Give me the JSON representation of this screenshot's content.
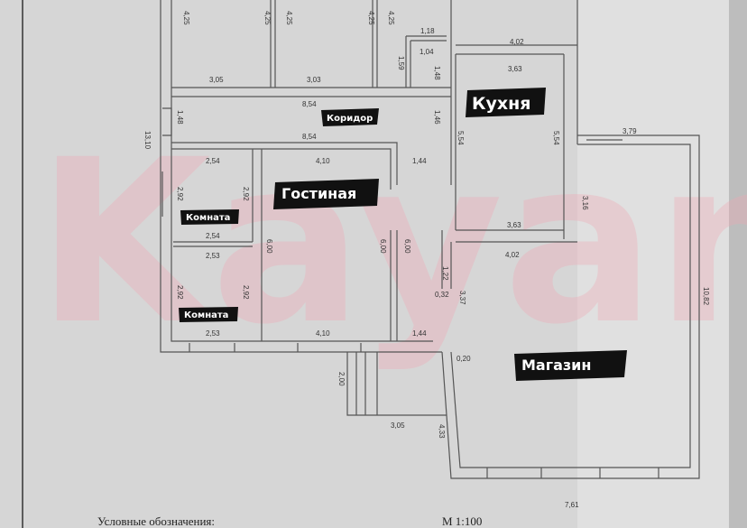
{
  "watermark": "Kayan",
  "rooms": {
    "corridor": "Коридор",
    "kitchen": "Кухня",
    "living_room": "Гостиная",
    "room_1": "Комната",
    "room_2": "Комната",
    "shop": "Магазин"
  },
  "dims": [
    "4,25",
    "4,25",
    "4,25",
    "4,25",
    "4,25",
    "3,05",
    "3,03",
    "1,18",
    "1,04",
    "1,59",
    "1,48",
    "4,02",
    "3,63",
    "8,54",
    "1,48",
    "1,46",
    "13,10",
    "8,54",
    "5,54",
    "5,54",
    "3,79",
    "2,54",
    "4,10",
    "1,44",
    "2,92",
    "2,92",
    "3,16",
    "3,63",
    "2,54",
    "4,02",
    "6,00",
    "6,00",
    "6,00",
    "2,53",
    "1,22",
    "0,32",
    "3,37",
    "2,92",
    "2,92",
    "10,82",
    "2,53",
    "4,10",
    "1,44",
    "0,20",
    "2,00",
    "3,05",
    "4,33",
    "7,61"
  ],
  "footer": {
    "legend_title": "Условные обозначения:",
    "scale": "М 1:100"
  },
  "colors": {
    "paper": "#d9d9d9",
    "walls": "#555555",
    "watermark": "#f0a8b4",
    "label_bg": "#111111"
  }
}
